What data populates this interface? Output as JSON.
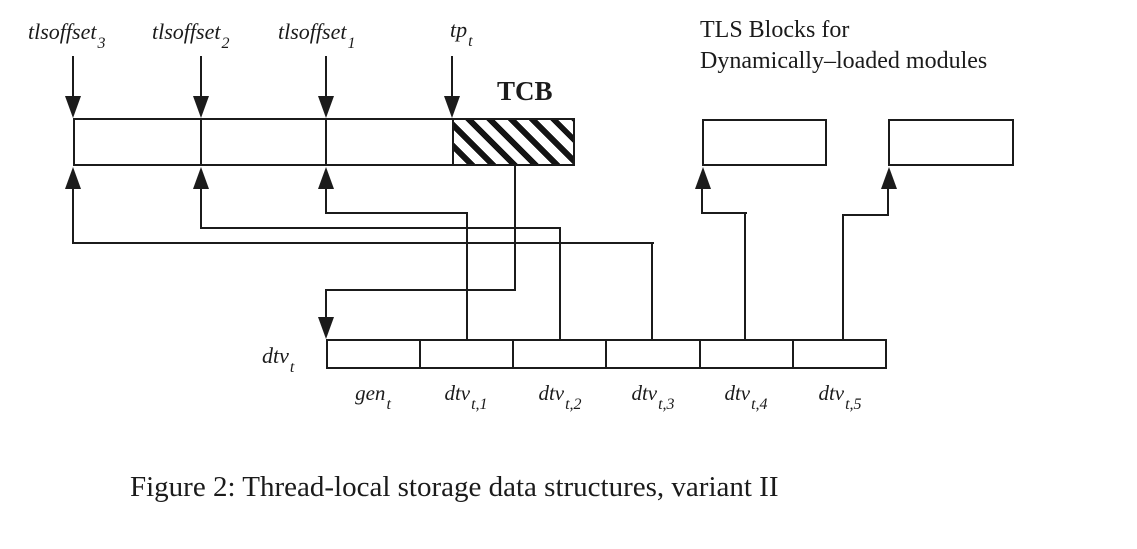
{
  "figure": {
    "pointer_labels": [
      {
        "main": "tlsoffset",
        "sub": "3"
      },
      {
        "main": "tlsoffset",
        "sub": "2"
      },
      {
        "main": "tlsoffset",
        "sub": "1"
      },
      {
        "main": "tp",
        "sub": "t"
      }
    ],
    "tcb_label": "TCB",
    "note_line1": "TLS Blocks for",
    "note_line2": "Dynamically–loaded modules",
    "dtv_pointer_label": {
      "main": "dtv",
      "sub": "t"
    },
    "dtv_cell_labels": [
      {
        "main": "gen",
        "sub": "t"
      },
      {
        "main": "dtv",
        "sub": "t,1"
      },
      {
        "main": "dtv",
        "sub": "t,2"
      },
      {
        "main": "dtv",
        "sub": "t,3"
      },
      {
        "main": "dtv",
        "sub": "t,4"
      },
      {
        "main": "dtv",
        "sub": "t,5"
      }
    ],
    "caption": "Figure 2: Thread-local storage data structures, variant II",
    "colors": {
      "line": "#1b1b1b",
      "background": "#ffffff"
    }
  }
}
